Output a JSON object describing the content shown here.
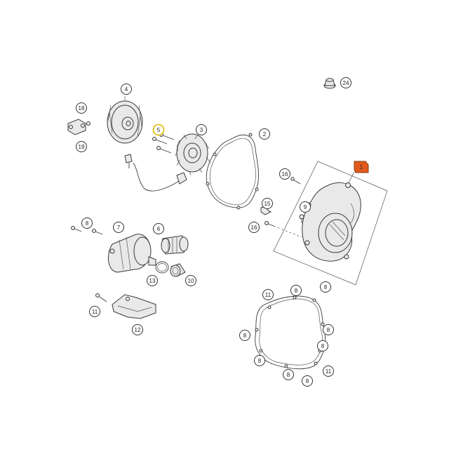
{
  "diagram": {
    "highlight_color": "#e05a1c",
    "selection_color": "#e0b800",
    "callouts": [
      {
        "id": "c24",
        "label": "24"
      },
      {
        "id": "c4",
        "label": "4"
      },
      {
        "id": "c18",
        "label": "18"
      },
      {
        "id": "c19",
        "label": "19"
      },
      {
        "id": "c5",
        "label": "5",
        "highlight": true
      },
      {
        "id": "c3",
        "label": "3"
      },
      {
        "id": "c2",
        "label": "2"
      },
      {
        "id": "c16a",
        "label": "16"
      },
      {
        "id": "c15",
        "label": "15"
      },
      {
        "id": "c9",
        "label": "9"
      },
      {
        "id": "c16b",
        "label": "16"
      },
      {
        "id": "c8a",
        "label": "8"
      },
      {
        "id": "c7",
        "label": "7"
      },
      {
        "id": "c6",
        "label": "6"
      },
      {
        "id": "c13",
        "label": "13"
      },
      {
        "id": "c10",
        "label": "10"
      },
      {
        "id": "c11a",
        "label": "11"
      },
      {
        "id": "c12",
        "label": "12"
      },
      {
        "id": "c11b",
        "label": "11"
      },
      {
        "id": "c8b",
        "label": "8"
      },
      {
        "id": "c8c",
        "label": "8"
      },
      {
        "id": "c8d",
        "label": "8"
      },
      {
        "id": "c8e",
        "label": "8"
      },
      {
        "id": "c8f",
        "label": "8"
      },
      {
        "id": "c8g",
        "label": "8"
      },
      {
        "id": "c8h",
        "label": "8"
      },
      {
        "id": "c8i",
        "label": "8"
      },
      {
        "id": "c11c",
        "label": "11"
      }
    ],
    "selected_part_tag": "1"
  }
}
